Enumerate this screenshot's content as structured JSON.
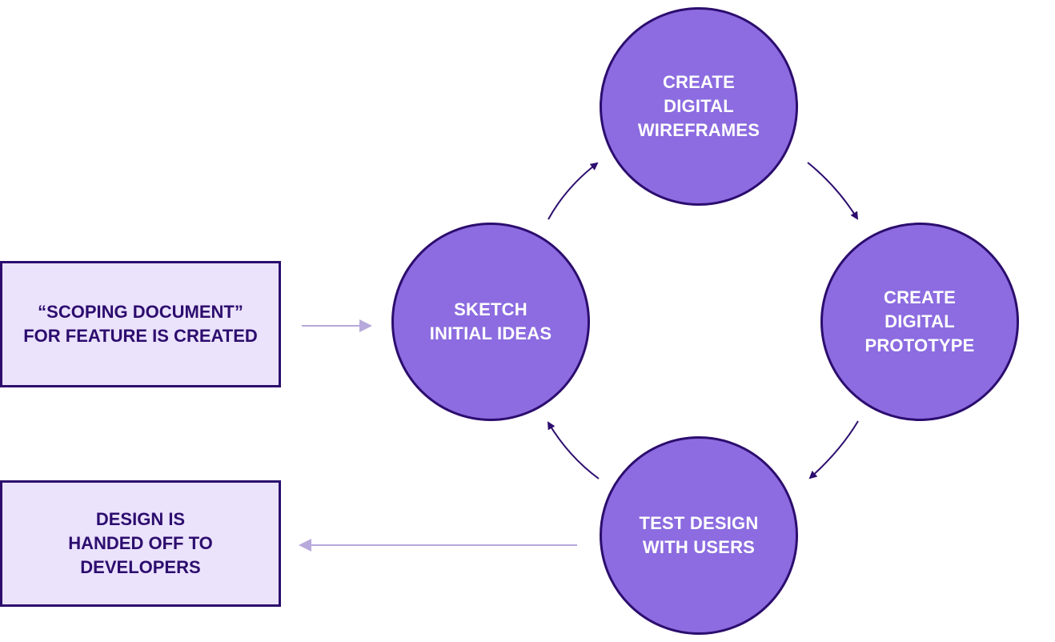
{
  "colors": {
    "circle_fill": "#8c6ce0",
    "circle_border": "#2c0d6e",
    "box_fill": "#ebe2fc",
    "box_border": "#2c0d6e",
    "arrow_dark": "#2c0d6e",
    "arrow_light": "#b7a9db"
  },
  "cycle": {
    "sketch": "SKETCH\nINITIAL IDEAS",
    "wireframes": "CREATE\nDIGITAL\nWIREFRAMES",
    "prototype": "CREATE\nDIGITAL\nPROTOTYPE",
    "test": "TEST DESIGN\nWITH USERS"
  },
  "boxes": {
    "scoping": "“SCOPING DOCUMENT”\nFOR FEATURE IS CREATED",
    "handoff": "DESIGN IS\nHANDED OFF TO\nDEVELOPERS"
  }
}
